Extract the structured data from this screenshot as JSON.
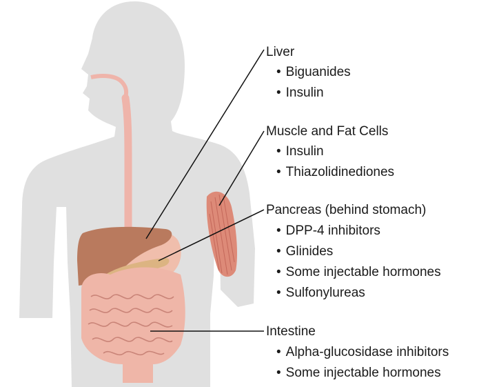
{
  "labels": {
    "liver": {
      "heading": "Liver",
      "items": [
        "Biguanides",
        "Insulin"
      ]
    },
    "muscle_fat": {
      "heading": "Muscle and Fat Cells",
      "items": [
        "Insulin",
        "Thiazolidinediones"
      ]
    },
    "pancreas": {
      "heading": "Pancreas (behind stomach)",
      "items": [
        "DPP-4 inhibitors",
        "Glinides",
        "Some injectable hormones",
        "Sulfonylureas"
      ]
    },
    "intestine": {
      "heading": "Intestine",
      "items": [
        "Alpha-glucosidase inhibitors",
        "Some injectable hormones"
      ]
    }
  },
  "colors": {
    "body_silhouette": "#e0e0e0",
    "esophagus": "#efb4aa",
    "liver": "#b97a5e",
    "stomach": "#f0beac",
    "pancreas": "#dcb482",
    "intestine": "#efb6a8",
    "muscle": "#dd8a78",
    "leader_line": "#111111"
  }
}
